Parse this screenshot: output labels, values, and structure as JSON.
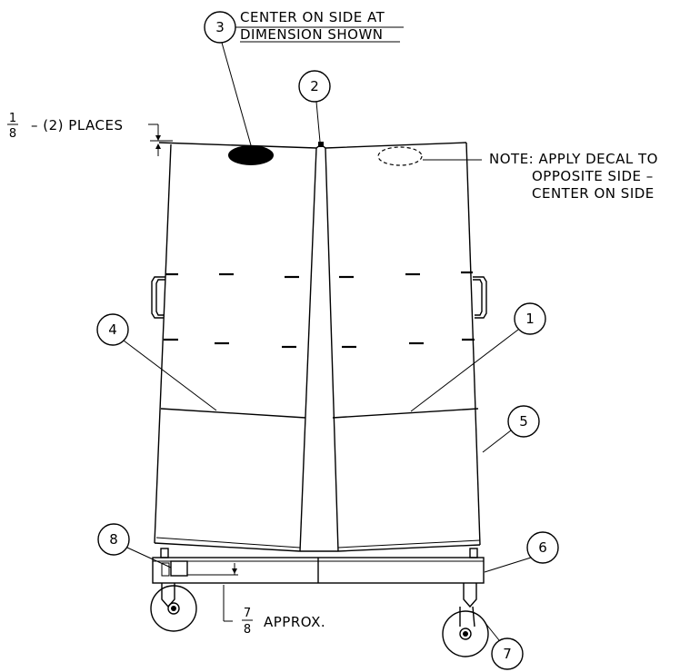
{
  "callouts": {
    "c1": "1",
    "c2": "2",
    "c3": "3",
    "c4": "4",
    "c5": "5",
    "c6": "6",
    "c7": "7",
    "c8": "8"
  },
  "annotations": {
    "center_note_line1": "CENTER ON SIDE AT",
    "center_note_line2": "DIMENSION SHOWN",
    "note_line1": "NOTE: APPLY DECAL TO",
    "note_line2": "OPPOSITE SIDE –",
    "note_line3": "CENTER ON SIDE",
    "top_dim_numerator": "1",
    "top_dim_denominator": "8",
    "top_dim_text": "– (2) PLACES",
    "bottom_dim_numerator": "7",
    "bottom_dim_denominator": "8",
    "bottom_dim_text": "APPROX."
  }
}
